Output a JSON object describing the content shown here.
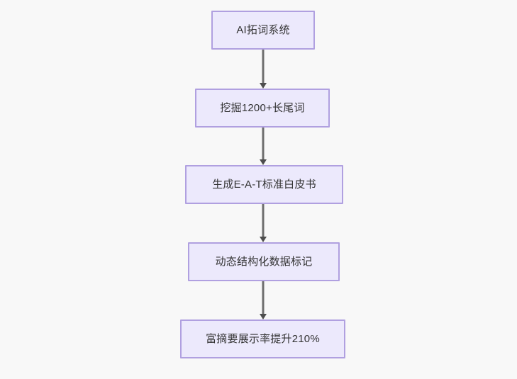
{
  "diagram": {
    "type": "flowchart",
    "direction": "top-to-bottom",
    "background_color": "#f8f8f8",
    "node_fill_color": "#ece9fc",
    "node_border_color": "#b0a0e0",
    "node_text_color": "#333333",
    "edge_color": "#6e6e6e",
    "arrowhead_color": "#4d4d4d",
    "nodes": [
      {
        "id": "node-1",
        "label": "AI拓词系统"
      },
      {
        "id": "node-2",
        "label": "挖掘1200+长尾词"
      },
      {
        "id": "node-3",
        "label": "生成E-A-T标准白皮书"
      },
      {
        "id": "node-4",
        "label": "动态结构化数据标记"
      },
      {
        "id": "node-5",
        "label": "富摘要展示率提升210%"
      }
    ],
    "edges": [
      {
        "id": "edge-1",
        "from": "node-1",
        "to": "node-2"
      },
      {
        "id": "edge-2",
        "from": "node-2",
        "to": "node-3"
      },
      {
        "id": "edge-3",
        "from": "node-3",
        "to": "node-4"
      },
      {
        "id": "edge-4",
        "from": "node-4",
        "to": "node-5"
      }
    ]
  }
}
